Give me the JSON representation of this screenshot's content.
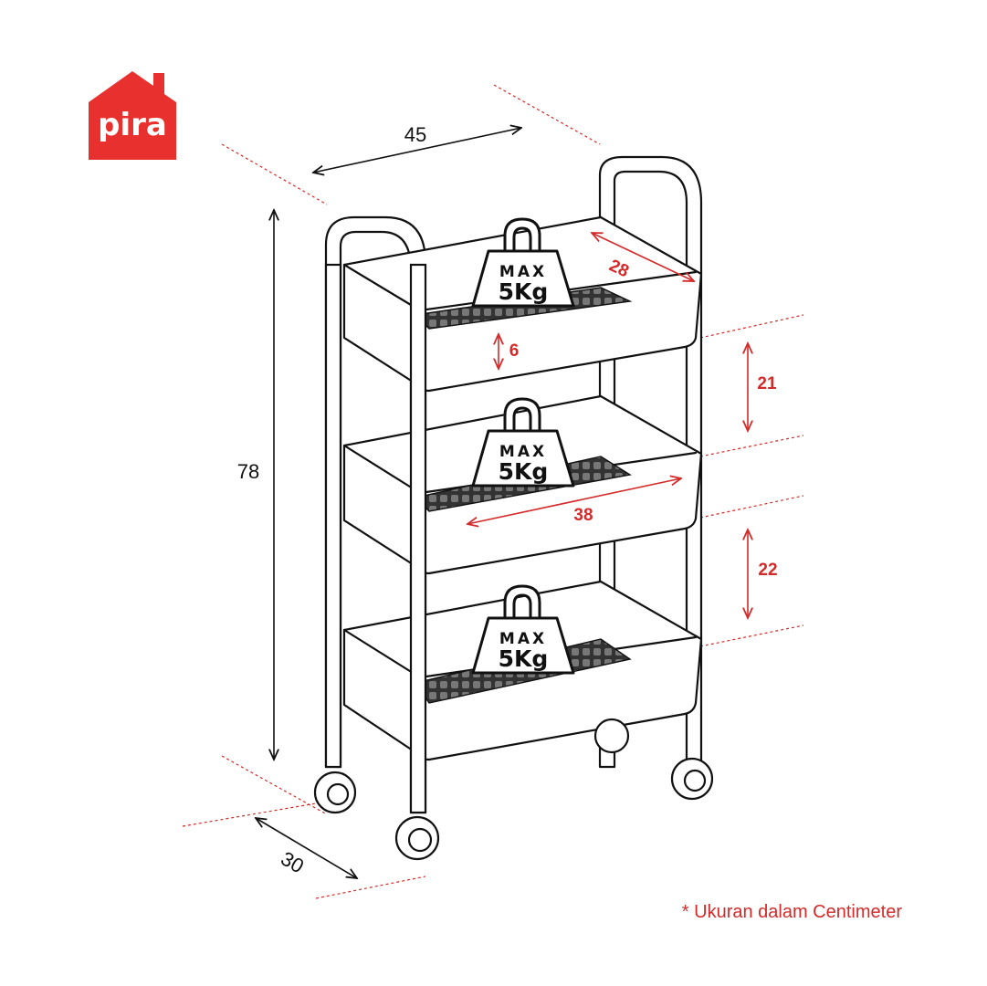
{
  "brand": {
    "logo_text": "pira",
    "color": "#e8312f"
  },
  "dimensions": {
    "width": "45",
    "height": "78",
    "depth": "30",
    "basket_depth": "28",
    "basket_length": "38",
    "basket_height": "6",
    "gap_top": "21",
    "gap_bottom": "22"
  },
  "weights": [
    {
      "top": "MAX",
      "bottom": "5Kg"
    },
    {
      "top": "MAX",
      "bottom": "5Kg"
    },
    {
      "top": "MAX",
      "bottom": "5Kg"
    }
  ],
  "note": "* Ukuran dalam Centimeter",
  "colors": {
    "accent": "#d42a2a",
    "line": "#111111"
  },
  "icons": {
    "logo": "house-logo-icon",
    "weight": "kettlebell-weight-icon",
    "wheel": "caster-wheel-icon"
  }
}
